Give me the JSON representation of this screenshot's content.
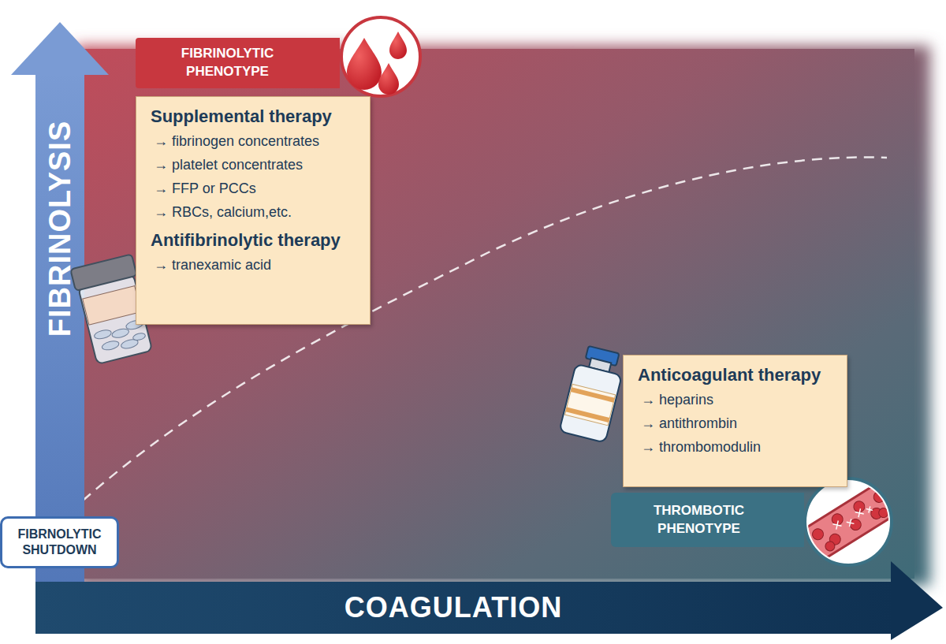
{
  "diagram": {
    "nodes": [
      {
        "text": [
          "FIBRINOLYTIC PHENOTYPE"
        ]
      },
      {
        "text": [
          "Supplemental therapy",
          "→ fibrinogen concentrates",
          "→ platelet concentrates",
          "→ FFP or PCCs",
          "→ RBCs, calcium,etc.",
          "Antifibrinolytic therapy",
          "→ tranexamic acid"
        ]
      },
      {
        "text": [
          "Anticoagulant therapy",
          "→ heparins",
          "→ antithrombin",
          "→ thrombomodulin"
        ]
      },
      {
        "text": [
          "THROMBOTIC PHENOTYPE"
        ]
      },
      {
        "text": [
          "FIBRNOLYTIC SHUTDOWN"
        ]
      }
    ],
    "edges": [],
    "labels": [
      "FIBRINOLYSIS",
      "COAGULATION"
    ]
  }
}
